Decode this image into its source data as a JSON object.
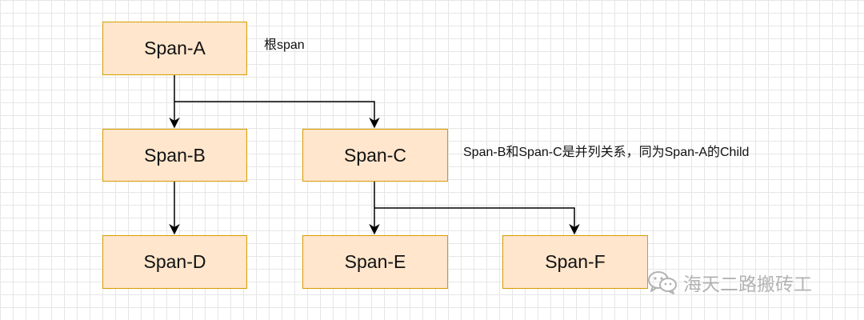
{
  "nodes": {
    "a": "Span-A",
    "b": "Span-B",
    "c": "Span-C",
    "d": "Span-D",
    "e": "Span-E",
    "f": "Span-F"
  },
  "notes": {
    "root": "根span",
    "relation": "Span-B和Span-C是并列关系，同为Span-A的Child"
  },
  "watermark": {
    "text": "海天二路搬砖工",
    "icon": "wechat-icon"
  },
  "colors": {
    "node_fill": "#ffe6cc",
    "node_border": "#d79b00",
    "edge": "#000000"
  }
}
